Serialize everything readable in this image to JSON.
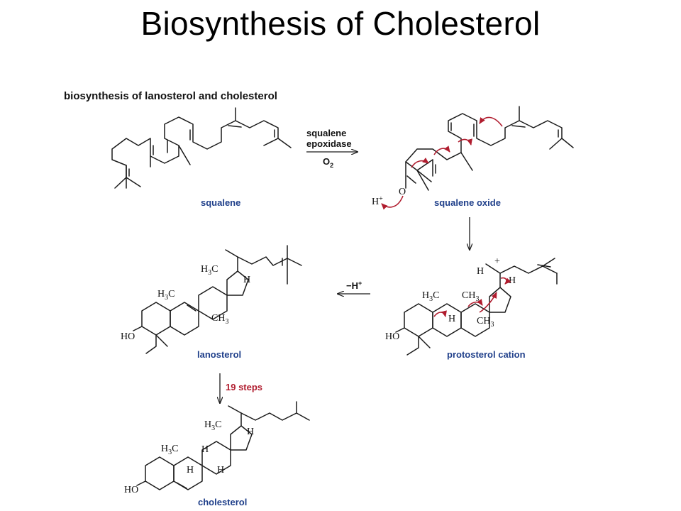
{
  "title": "Biosynthesis of Cholesterol",
  "heading": "biosynthesis of lanosterol and cholesterol",
  "compounds": {
    "squalene": "squalene",
    "squalene_oxide": "squalene oxide",
    "protosterol": "protosterol cation",
    "lanosterol": "lanosterol",
    "cholesterol": "cholesterol"
  },
  "reactions": {
    "enzyme_line1": "squalene",
    "enzyme_line2": "epoxidase",
    "reagent": "O",
    "reagent_sub": "2",
    "deprotonation": "−H",
    "deprotonation_sup": "+",
    "steps": "19 steps"
  },
  "atoms": {
    "H": "H",
    "Hplus": "H",
    "plus": "+",
    "O": "O",
    "HO": "HO",
    "H3C_a": "H",
    "H3C_sub": "3",
    "H3C_b": "C",
    "CH3_a": "CH",
    "CH3_sub": "3"
  },
  "colors": {
    "label_blue": "#1f3f8a",
    "arrow_red": "#b01c2e",
    "text": "#111111"
  }
}
